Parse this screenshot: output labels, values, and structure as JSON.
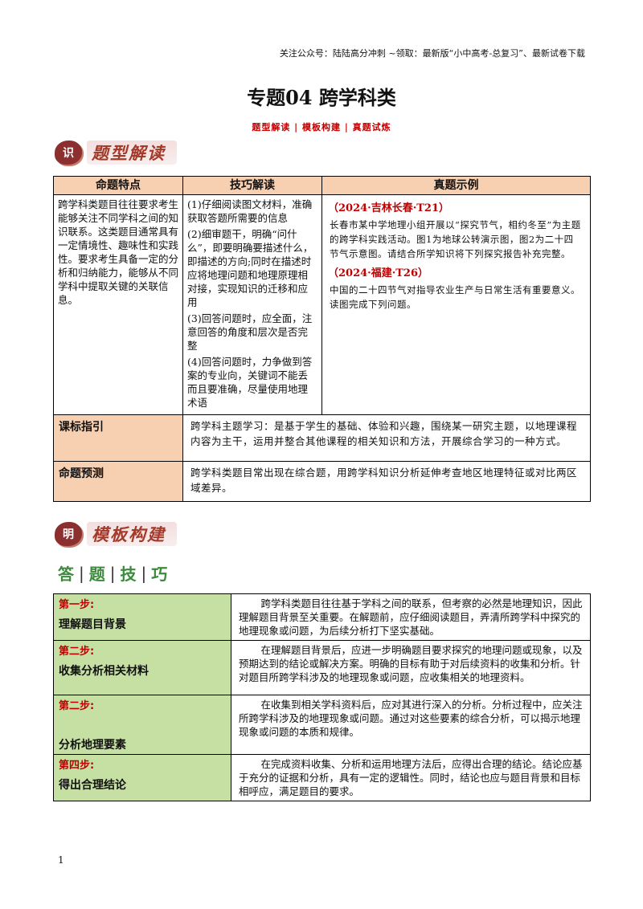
{
  "header_note": "关注公众号：陆陆高分冲刺 ~领取：最新版“小中高考-总复习”、最新试卷下载",
  "title": "专题04 跨学科类",
  "subtitle": "题型解读 | 模板构建 | 真题试炼",
  "section1": {
    "badge": "识",
    "label": "题型解读"
  },
  "table1": {
    "headers": [
      "命题特点",
      "技巧解读",
      "真题示例"
    ],
    "feature_text": "跨学科类题目往往要求考生能够关注不同学科之间的知识联系。这类题目通常具有一定情境性、趣味性和实践性。要求考生具备一定的分析和归纳能力，能够从不同学科中提取关键的关联信息。",
    "tips": [
      "(1)仔细阅读图文材料，准确获取答题所需要的信息",
      "(2)细审题干，明确“问什么”，即要明确要描述什么，即描述的方向;同时在描述时应将地理问题和地理原理相对接，实现知识的迁移和应用",
      "(3)回答问题时，应全面，注意回答的角度和层次是否完整",
      "(4)回答问题时，力争做到答案的专业向，关键词不能丢而且要准确，尽量使用地理术语"
    ],
    "examples": [
      {
        "tag": "（2024·吉林长春·T21）",
        "text": "长春市某中学地理小组开展以“探究节气，相约冬至”为主题的跨学科实践活动。图1为地球公转演示图，图2为二十四节气示意图。请结合所学知识将下列探究报告补充完整。"
      },
      {
        "tag": "（2024·福建·T26）",
        "text": "中国的二十四节气对指导农业生产与日常生活有重要意义。读图完成下列问题。"
      }
    ],
    "row2_label": "课标指引",
    "row2_text": "跨学科主题学习：是基于学生的基础、体验和兴趣，围绕某一研究主题，以地理课程内容为主干，运用并整合其他课程的相关知识和方法，开展综合学习的一种方式。",
    "row3_label": "命题预测",
    "row3_text": "跨学科类题目常出现在综合题，用跨学科知识分析延伸考查地区地理特征或对比两区域差异。"
  },
  "section2": {
    "badge": "明",
    "label": "模板构建"
  },
  "skill_title": [
    "答",
    "题",
    "技",
    "巧"
  ],
  "steps": [
    {
      "no": "第一步:",
      "name": "理解题目背景",
      "desc": "跨学科类题目往往基于学科之间的联系，但考察的必然是地理知识，因此理解题目背景至关重要。在解题前，应仔细阅读题目，弄清所跨学科中探究的地理现象或问题，为后续分析打下坚实基础。"
    },
    {
      "no": "第二步:",
      "name": "收集分析相关材料",
      "desc": "在理解题目背景后，应进一步明确题目要求探究的地理问题或现象，以及预期达到的结论或解决方案。明确的目标有助于对后续资料的收集和分析。针对题目所跨学科涉及的地理现象或问题，应收集相关的地理资料。"
    },
    {
      "no": "第二步:",
      "name": "分析地理要素",
      "desc": "在收集到相关学科资料后，应对其进行深入的分析。分析过程中，应关注所跨学科涉及的地理现象或问题。通过对这些要素的综合分析，可以揭示地理现象或问题的本质和规律。"
    },
    {
      "no": "第四步:",
      "name": "得出合理结论",
      "desc": "在完成资料收集、分析和运用地理方法后，应得出合理的结论。结论应基于充分的证据和分析，具有一定的逻辑性。同时，结论也应与题目背景和目标相呼应，满足题目的要求。"
    }
  ],
  "page_number": "1"
}
